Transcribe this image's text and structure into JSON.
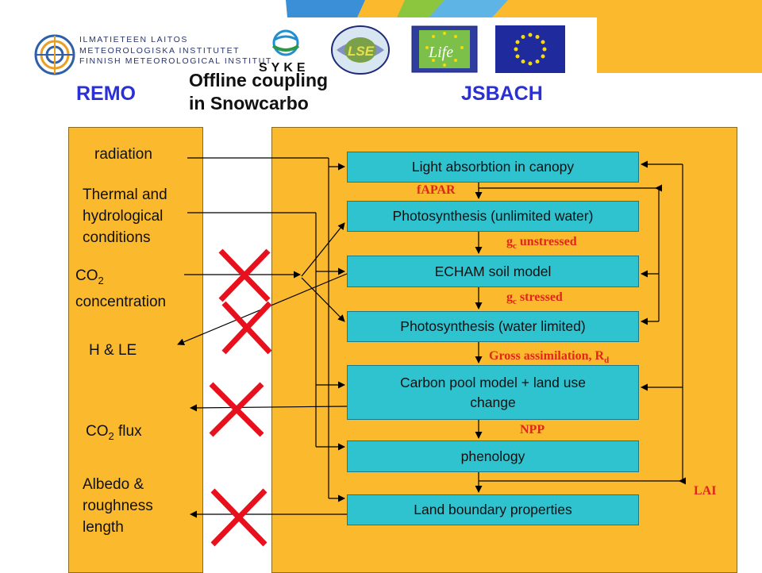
{
  "header": {
    "logo_lines": [
      "ILMATIETEEN LAITOS",
      "METEOROLOGISKA INSTITUTET",
      "FINNISH METEOROLOGICAL INSTITUT"
    ],
    "syke_logo": "SYKE",
    "lse_logo": "LSE",
    "life_logo": "Life"
  },
  "titles": {
    "remo": "REMO",
    "jsbach": "JSBACH",
    "offline_line1": "Offline coupling",
    "offline_line2": "in Snowcarbo"
  },
  "remo_inputs": {
    "radiation": "radiation",
    "thermal_l1": "Thermal and",
    "thermal_l2": "hydrological",
    "thermal_l3": "conditions",
    "co2_conc_l1": "CO",
    "co2_conc_sub": "2",
    "co2_conc_l2": "concentration",
    "h_le": "H & LE",
    "co2_flux": "CO",
    "co2_flux_sub": "2",
    "co2_flux_tail": " flux",
    "albedo_l1": "Albedo &",
    "albedo_l2": "roughness",
    "albedo_l3": "length"
  },
  "jsbach_boxes": {
    "light": "Light absorbtion in canopy",
    "photo_unlimited": "Photosynthesis (unlimited water)",
    "echam": "ECHAM soil model",
    "photo_limited": "Photosynthesis (water limited)",
    "carbon_l1": "Carbon pool model + land use",
    "carbon_l2": "change",
    "phenology": "phenology",
    "land_boundary": "Land boundary properties"
  },
  "fluxes": {
    "fapar": "fAPAR",
    "gc_unstressed_g": "g",
    "gc_unstressed_sub": "c",
    "gc_unstressed_tail": " unstressed",
    "gc_stressed_g": "g",
    "gc_stressed_sub": "c",
    "gc_stressed_tail": " stressed",
    "gross": "Gross assimilation, R",
    "gross_sub": "d",
    "npp": "NPP",
    "lai": "LAI"
  },
  "colors": {
    "panel": "#fbb92d",
    "box": "#2fc2cf",
    "title_blue": "#2a2fd6",
    "flux_red": "#e0261b",
    "cross_red": "#e8101c"
  }
}
